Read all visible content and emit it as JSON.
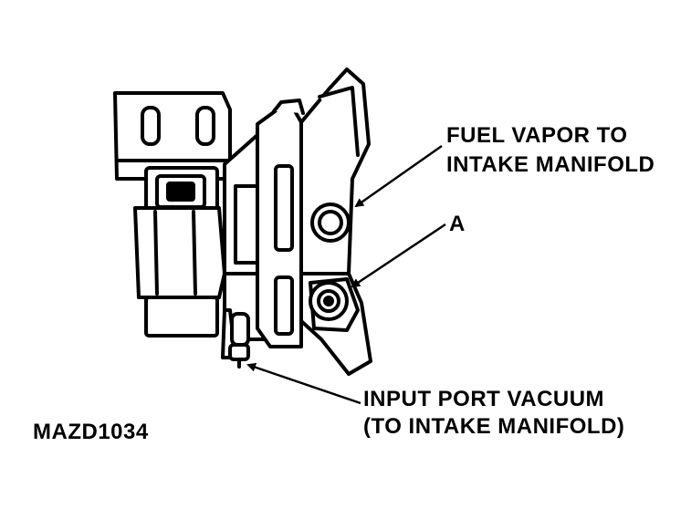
{
  "labels": {
    "fuel_vapor_line1": "FUEL VAPOR TO",
    "fuel_vapor_line2": "INTAKE MANIFOLD",
    "a": "A",
    "input_port_line1": "INPUT PORT VACUUM",
    "input_port_line2": "(TO INTAKE MANIFOLD)",
    "figure_code": "MAZD1034"
  },
  "colors": {
    "ink": "#000000",
    "paper": "#ffffff"
  }
}
